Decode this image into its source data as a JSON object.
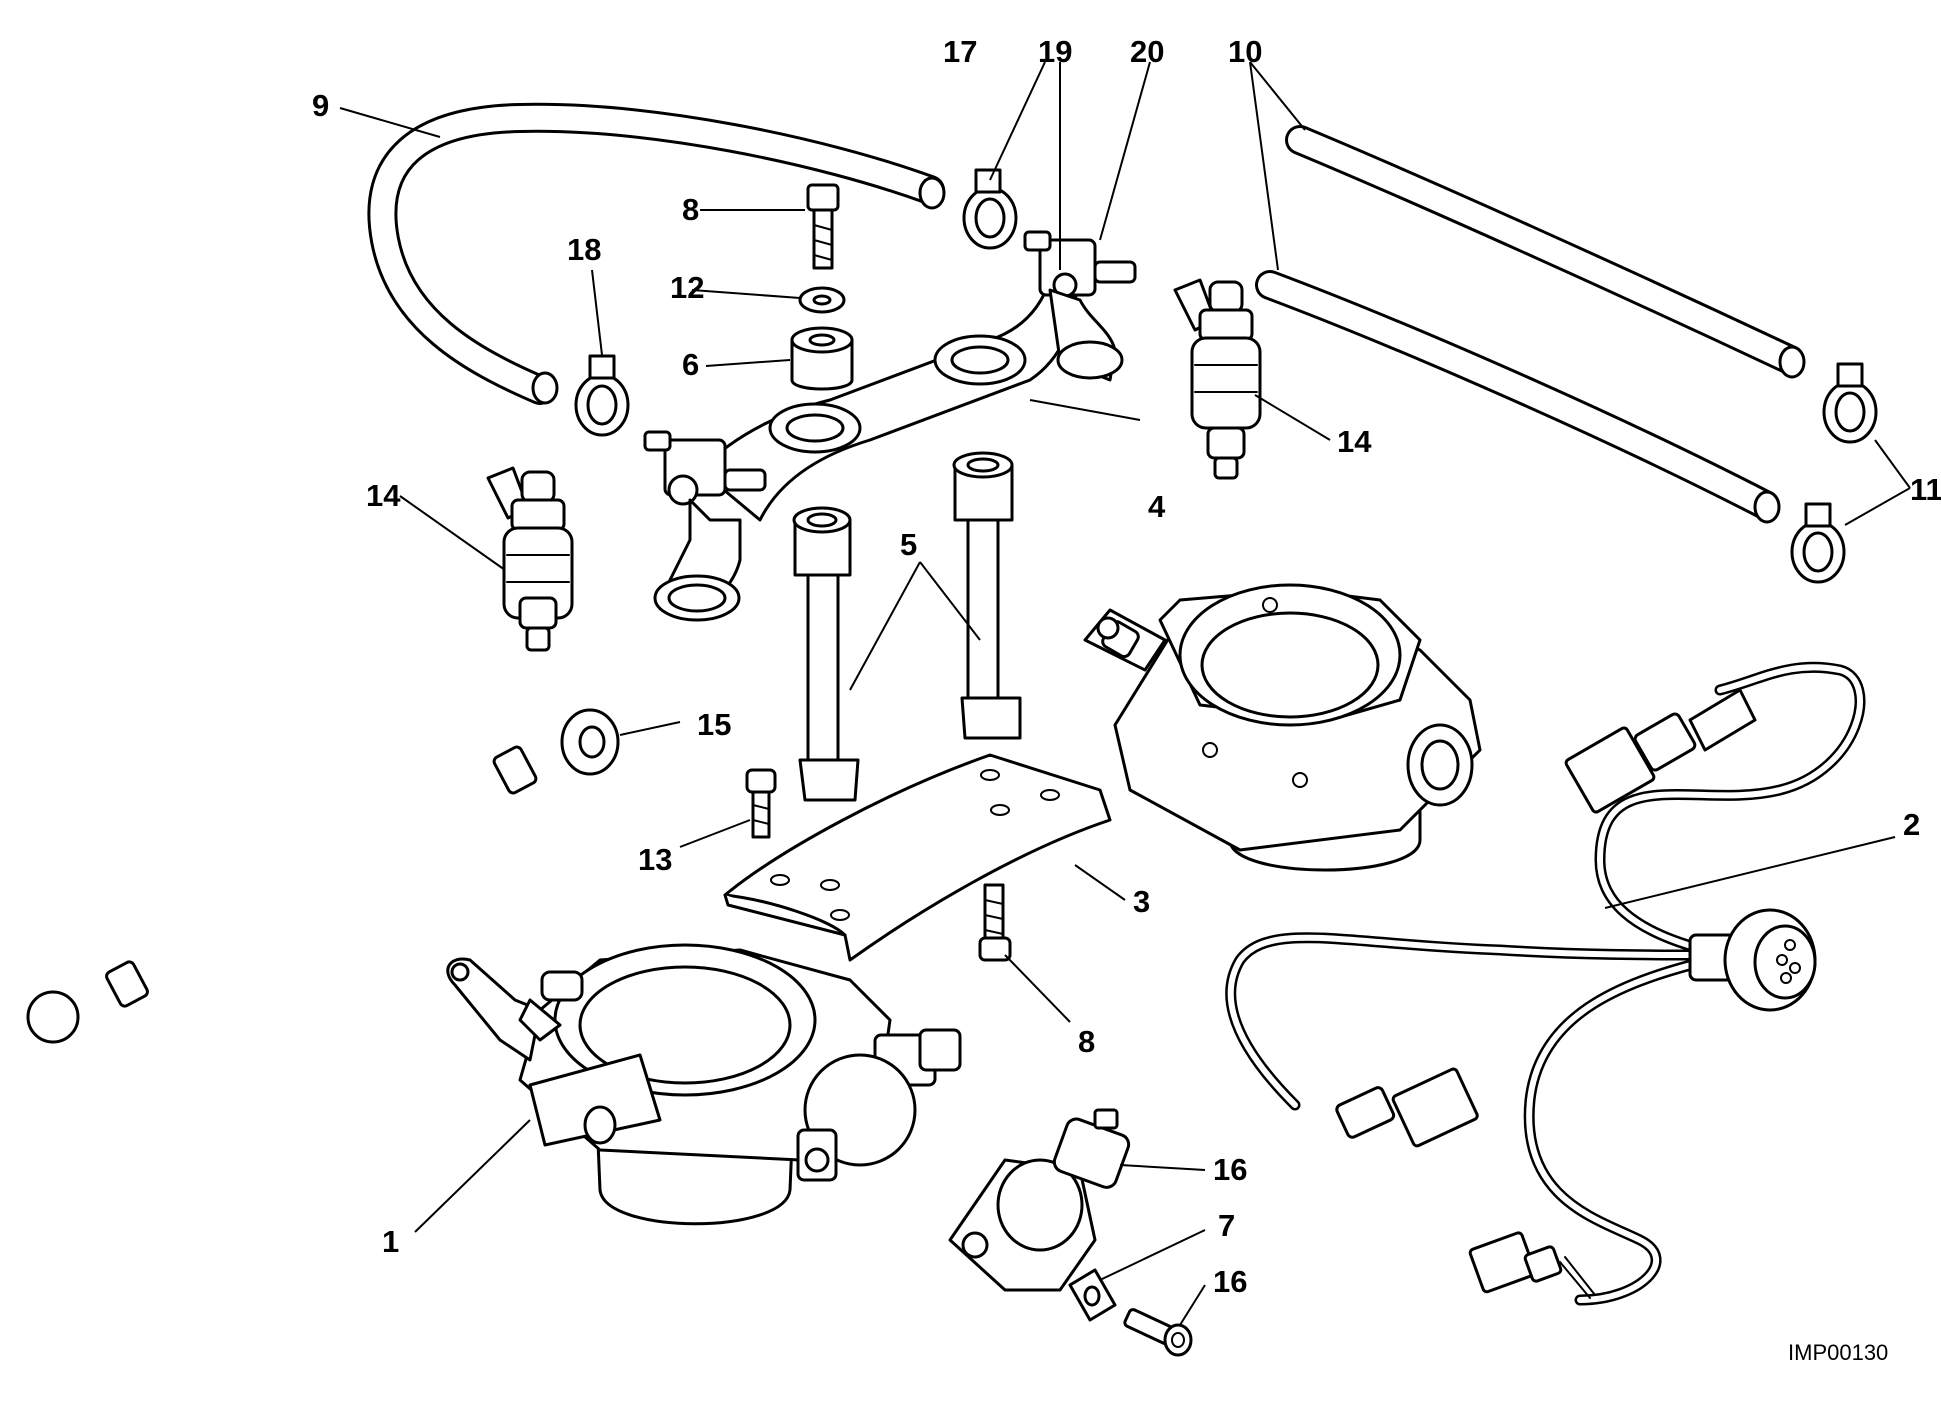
{
  "diagram_code": "IMP00130",
  "callouts": [
    {
      "id": "c1",
      "text": "1"
    },
    {
      "id": "c2",
      "text": "2"
    },
    {
      "id": "c3",
      "text": "3"
    },
    {
      "id": "c4",
      "text": "4"
    },
    {
      "id": "c5",
      "text": "5"
    },
    {
      "id": "c6",
      "text": "6"
    },
    {
      "id": "c7",
      "text": "7"
    },
    {
      "id": "c8a",
      "text": "8"
    },
    {
      "id": "c8b",
      "text": "8"
    },
    {
      "id": "c9",
      "text": "9"
    },
    {
      "id": "c10",
      "text": "10"
    },
    {
      "id": "c11",
      "text": "11"
    },
    {
      "id": "c12",
      "text": "12"
    },
    {
      "id": "c13",
      "text": "13"
    },
    {
      "id": "c14a",
      "text": "14"
    },
    {
      "id": "c14b",
      "text": "14"
    },
    {
      "id": "c15",
      "text": "15"
    },
    {
      "id": "c16a",
      "text": "16"
    },
    {
      "id": "c16b",
      "text": "16"
    },
    {
      "id": "c17",
      "text": "17"
    },
    {
      "id": "c18",
      "text": "18"
    },
    {
      "id": "c19",
      "text": "19"
    },
    {
      "id": "c20",
      "text": "20"
    }
  ]
}
